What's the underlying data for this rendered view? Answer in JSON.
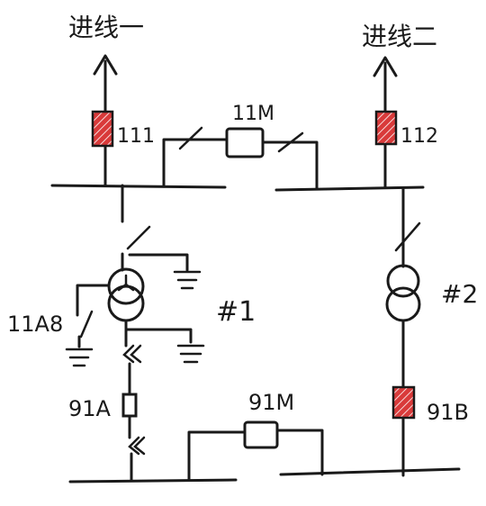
{
  "labels": {
    "feeder1": "进线一",
    "feeder2": "进线二",
    "b111": "111",
    "b112": "112",
    "tie_11m": "11M",
    "isolator_11a8": "11A8",
    "transformer1": "#1",
    "transformer2": "#2",
    "b91a": "91A",
    "tie_91m": "91M",
    "b91b": "91B"
  },
  "colors": {
    "line": "#1a1a1a",
    "breaker_fill": "#d93a3a",
    "background": "#ffffff"
  }
}
